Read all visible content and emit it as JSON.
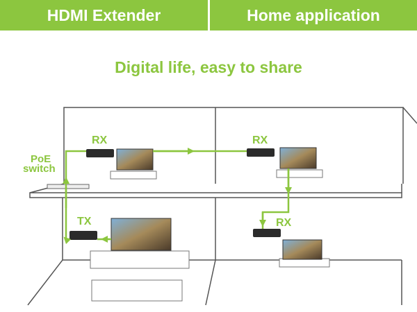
{
  "header": {
    "left_title": "HDMI Extender",
    "right_title": "Home application"
  },
  "tagline": "Digital life, easy to share",
  "diagram": {
    "labels": {
      "rx_upper_left": "RX",
      "rx_upper_right": "RX",
      "rx_lower_right": "RX",
      "tx": "TX",
      "poe_line1": "PoE",
      "poe_line2": "switch"
    },
    "colors": {
      "accent": "#8cc63f",
      "outline": "#555555"
    }
  }
}
